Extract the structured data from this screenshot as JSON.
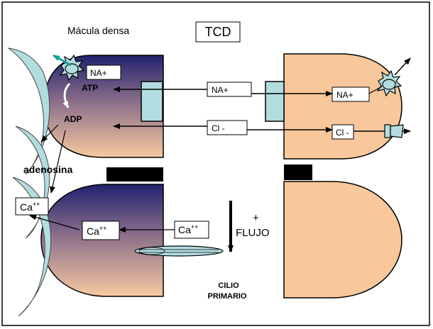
{
  "labels": {
    "macula_densa": "Mácula densa",
    "tcd": "TCD",
    "na_left": "NA+",
    "na_middle": "NA+",
    "na_right": "NA+",
    "cl_middle": "Cl -",
    "cl_right": "Cl -",
    "atp": "ATP",
    "adp": "ADP",
    "adenosina": "adenosina",
    "ca_left": "Ca",
    "ca_cell": "Ca",
    "ca_right": "Ca",
    "ca_superscript": "++",
    "plus": "+",
    "flujo": "FLUJO",
    "cilio": "CILIO",
    "primario": "PRIMARIO"
  },
  "colors": {
    "cell_dark": "#2a2a72",
    "cell_light": "#f7c9a0",
    "tubule_cell": "#f8c79b",
    "channel": "#b2dde0",
    "teal_arrow": "#1a9e9a",
    "junction": "#000000"
  }
}
